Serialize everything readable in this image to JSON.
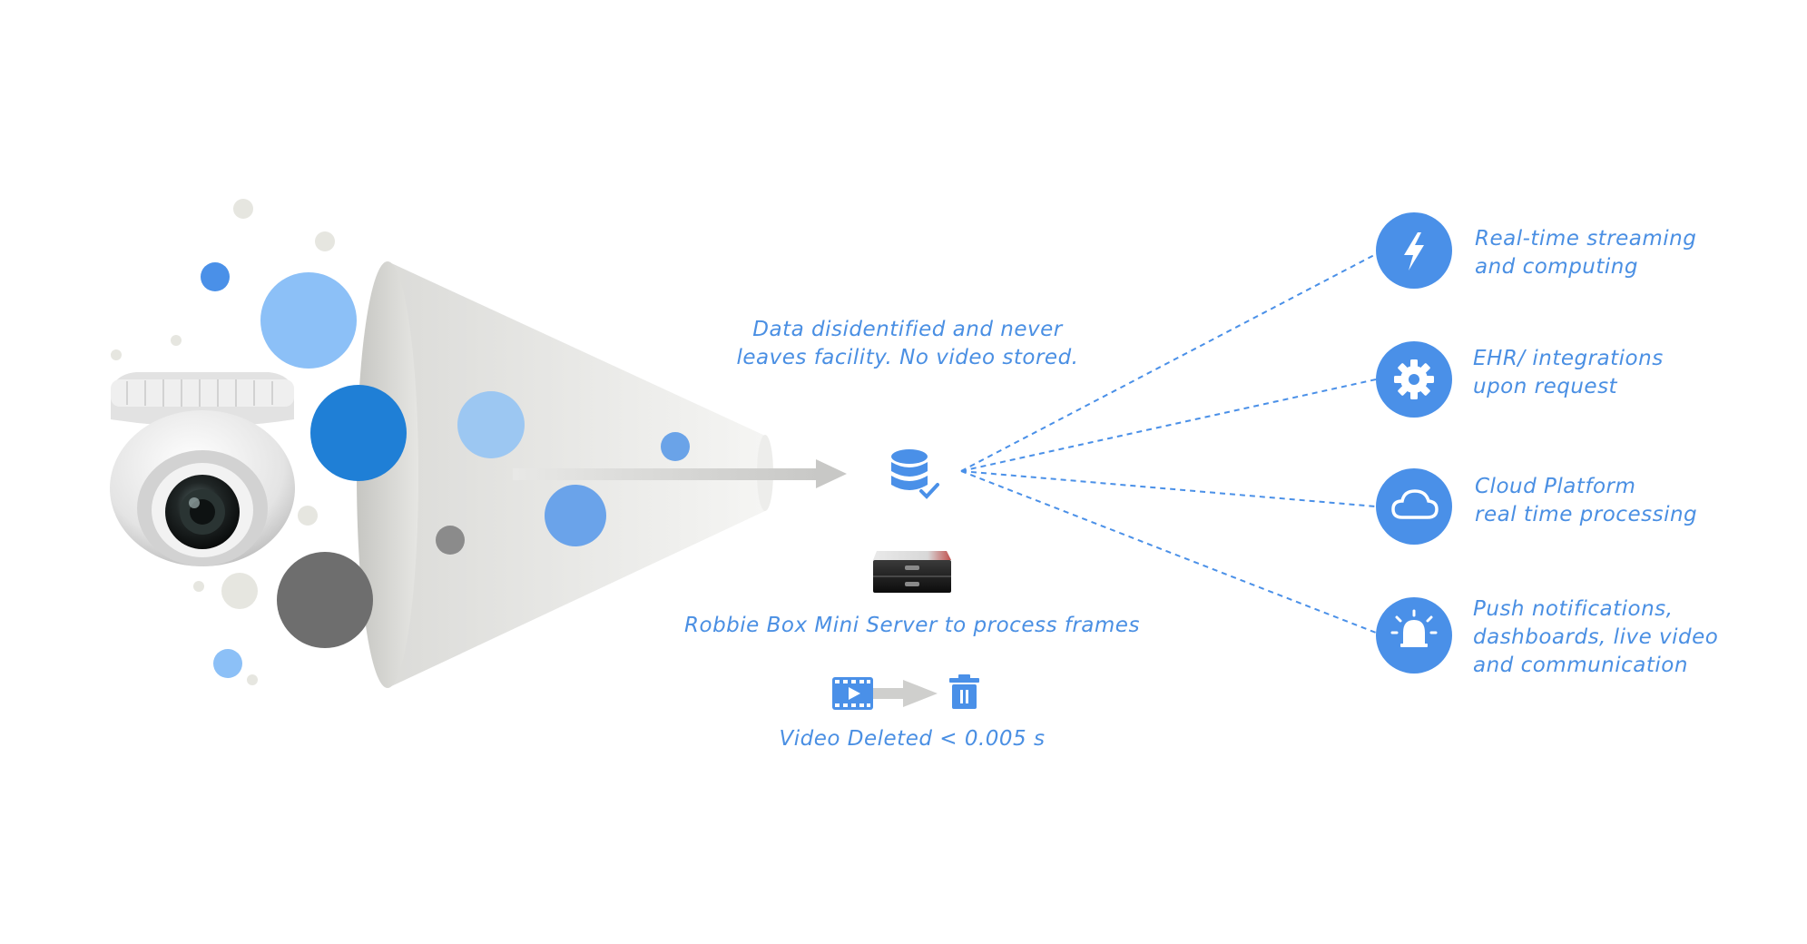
{
  "notes": {
    "data_note": "Data disidentified and never\nleaves facility. No video stored.",
    "server_label": "Robbie Box Mini Server to process frames",
    "video_deleted": "Video Deleted < 0.005 s"
  },
  "outputs": [
    {
      "icon": "lightning-icon",
      "label": "Real-time streaming\nand computing"
    },
    {
      "icon": "gear-icon",
      "label": "EHR/ integrations\nupon request"
    },
    {
      "icon": "cloud-icon",
      "label": "Cloud Platform\nreal time processing"
    },
    {
      "icon": "alarm-bell-icon",
      "label": "Push notifications,\ndashboards, live video\nand communication"
    }
  ],
  "colors": {
    "accent": "#4a8fe3",
    "icon_circle": "#4a90e8",
    "dark_blue": "#1f7fd6",
    "light_blue": "#8cc0f7",
    "dark_gray": "#6e6e6e"
  }
}
